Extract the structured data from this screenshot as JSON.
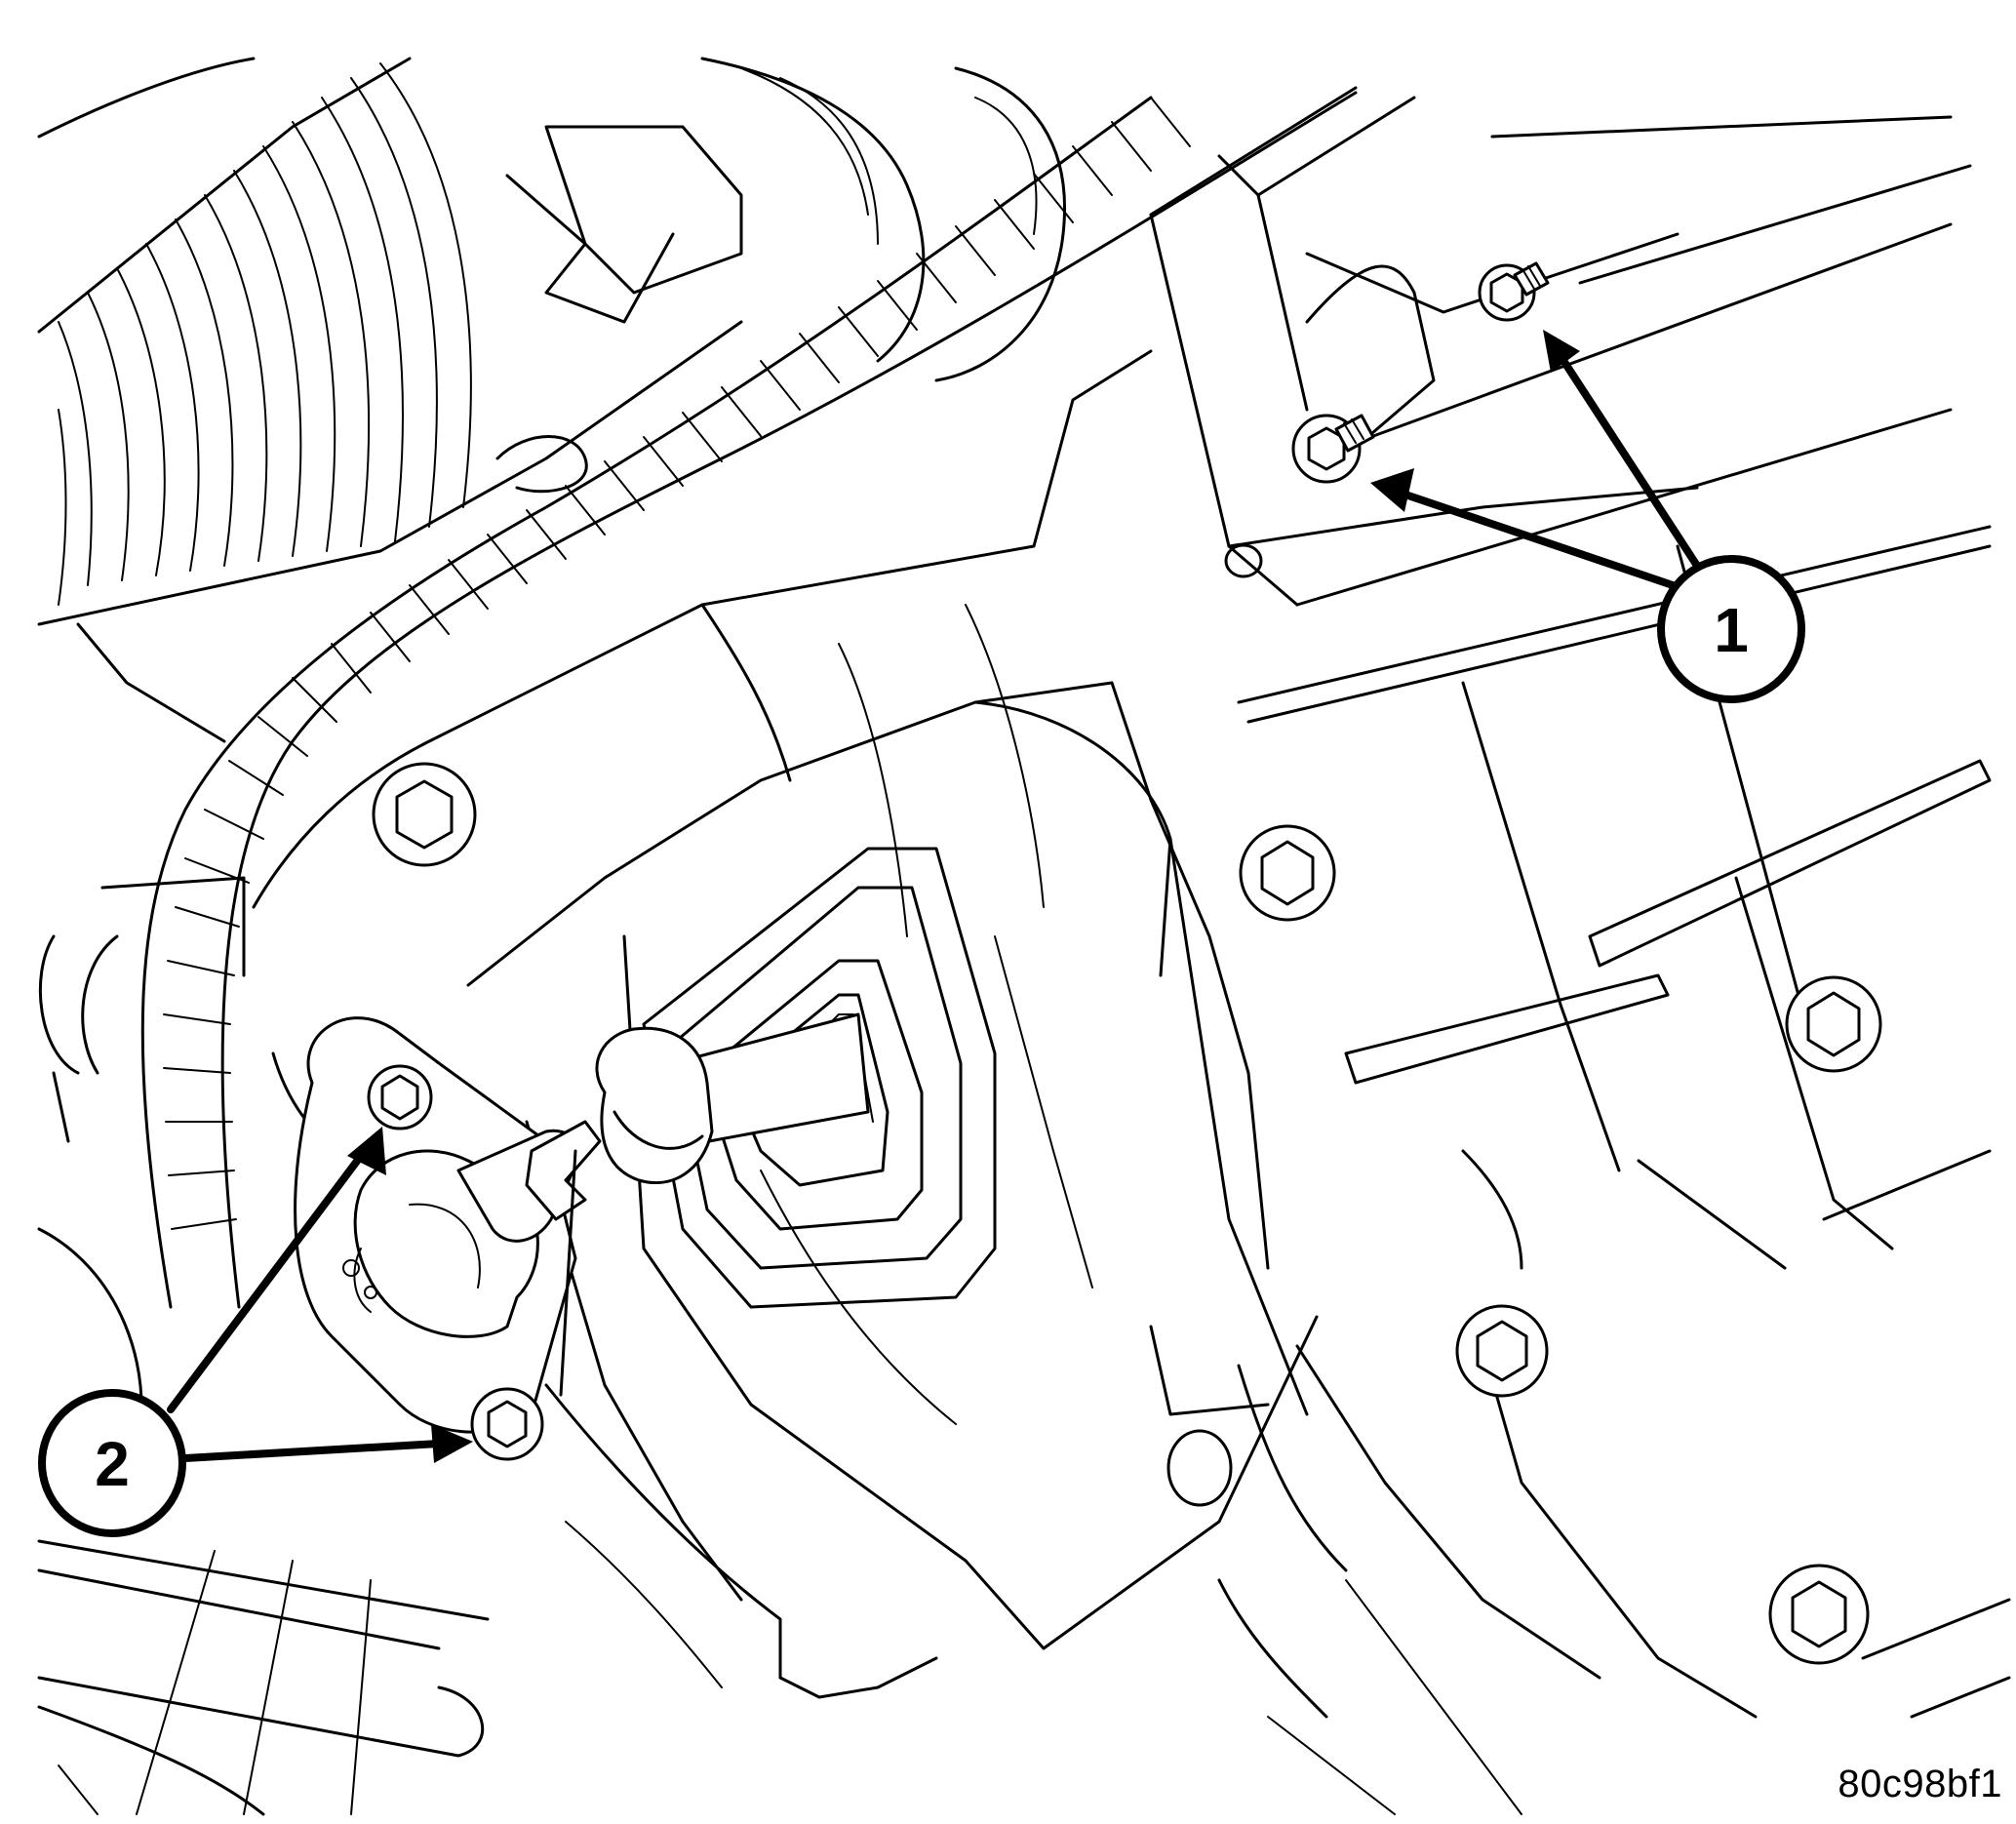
{
  "diagram": {
    "callouts": [
      {
        "number": "1",
        "target": "upper-mount-bolts"
      },
      {
        "number": "2",
        "target": "sensor-mount-bolts"
      }
    ],
    "figure_code": "80c98bf1"
  }
}
